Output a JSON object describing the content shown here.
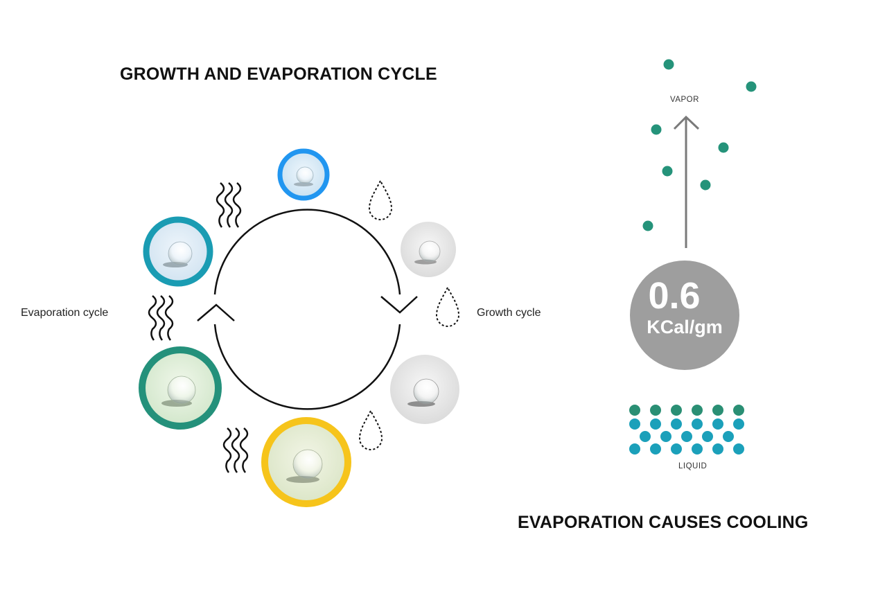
{
  "left": {
    "title": "GROWTH AND EVAPORATION CYCLE",
    "evaporation_label": "Evaporation cycle",
    "growth_label": "Growth cycle",
    "droplets": [
      {
        "stage": "top",
        "ring_color": "#2196f0"
      },
      {
        "stage": "upper-left",
        "ring_color": "#1a9cb3"
      },
      {
        "stage": "lower-left",
        "ring_color": "#24917b"
      },
      {
        "stage": "bottom",
        "ring_color": "#f6c41b"
      },
      {
        "stage": "upper-right",
        "ring_color": "none"
      },
      {
        "stage": "lower-right",
        "ring_color": "none"
      }
    ]
  },
  "right": {
    "title": "EVAPORATION CAUSES COOLING",
    "vapor_label": "VAPOR",
    "liquid_label": "LIQUID",
    "energy_value": "0.6",
    "energy_unit": "KCal/gm",
    "colors": {
      "vapor": "#25937a",
      "liquid_top": "#2a8f74",
      "liquid": "#1ba0ba",
      "energy_circle": "#9e9e9e"
    }
  }
}
